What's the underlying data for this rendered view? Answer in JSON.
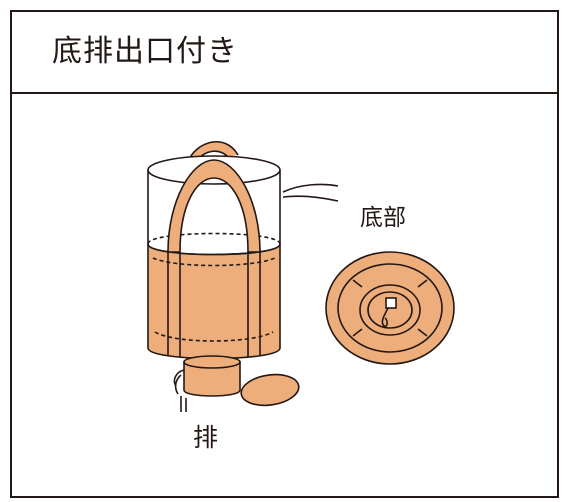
{
  "header": {
    "title": "底排出口付き"
  },
  "labels": {
    "bottom": "底部",
    "outlet": "排"
  },
  "colors": {
    "bag_fill": "#EDAE7B",
    "stroke": "#231815",
    "background": "#FFFFFF"
  }
}
